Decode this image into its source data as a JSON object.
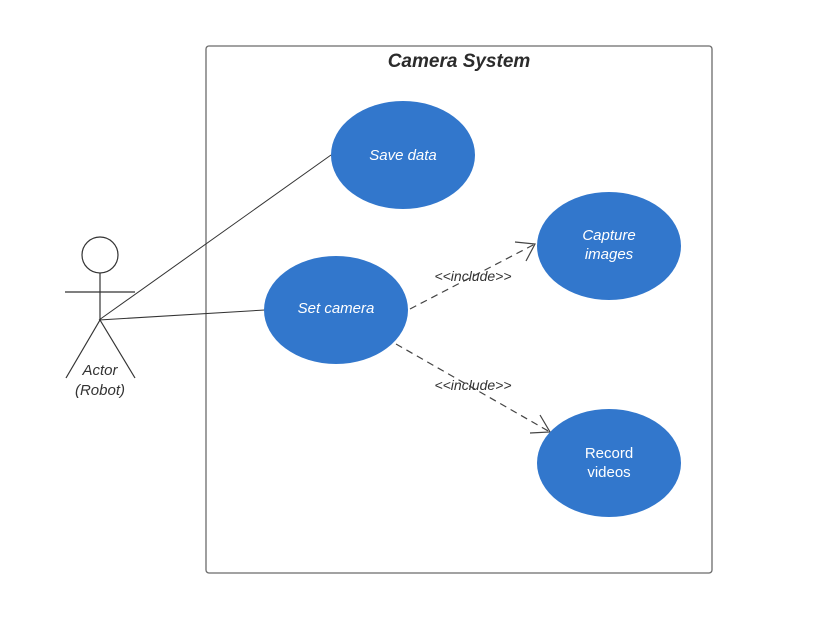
{
  "diagram": {
    "system": {
      "title": "Camera System"
    },
    "actor": {
      "label_line1": "Actor",
      "label_line2": "(Robot)"
    },
    "use_cases": {
      "save_data": {
        "label": "Save data"
      },
      "set_camera": {
        "label": "Set camera"
      },
      "capture_images": {
        "label_line1": "Capture",
        "label_line2": "images"
      },
      "record_videos": {
        "label_line1": "Record",
        "label_line2": "videos"
      }
    },
    "relations": {
      "include_capture": {
        "label": "<<include>>"
      },
      "include_record": {
        "label": "<<include>>"
      }
    },
    "colors": {
      "use_case_fill": "#3277cc",
      "use_case_text": "#ffffff",
      "line": "#333333"
    }
  }
}
